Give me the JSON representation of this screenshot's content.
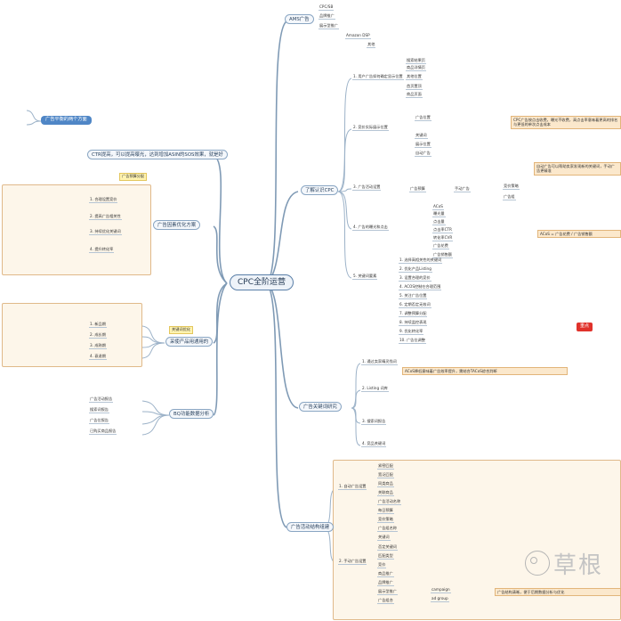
{
  "root": {
    "label": "CPC全阶运营"
  },
  "branches": {
    "ams": "AMS广告",
    "know": "了解认识CPC",
    "ctr": "CTR提高，可以提高曝光，达到增加ASIN的SOS效果，就是好",
    "ad_opt": "广告因素优化方案",
    "tip_main": "广告平衡的两个方面",
    "sell": "采使产品用通用的",
    "report": "BQ功能数据分析",
    "kw": "广告关键词研究",
    "struct": "广告活动结构组建"
  },
  "ams_items": [
    "CPC/SB",
    "品牌推广",
    "展示型推广",
    "Amazon DSP",
    "其他"
  ],
  "know_items": [
    "1. 用户广告如何确定显示位置",
    "2. 竞价实际展示位置",
    "3. 广告活动设置",
    "4. 广告的曝光和点击",
    "5. 关键词要素"
  ],
  "know_leaves": [
    "搜索结果页",
    "商品详情页",
    "其他位置",
    "首页置顶",
    "商品页面",
    "广告位置",
    "关键词",
    "展示位置",
    "自动广告",
    "广告预算",
    "手动广告",
    "竞价策略",
    "广告组",
    "ACoS",
    "曝光量",
    "点击量",
    "点击率CTR",
    "转化率CVR",
    "广告花费",
    "广告销售额"
  ],
  "five_steps": [
    "1. 选择高相关性的关键词",
    "2. 优化产品Listing",
    "3. 设置合理的竞价",
    "4. ACOS控制在合理范围",
    "5. 关注广告位置",
    "6. 定期否定无效词",
    "7. 调整预算分配",
    "8. 持续监控表现",
    "9. 优化转化率",
    "10. 广告位调整"
  ],
  "opt_items": [
    "1. 合理设置竞价",
    "2. 提高广告相关性",
    "3. 持续优化关键词",
    "4. 提升转化率"
  ],
  "sell_items": [
    "1. 新品期",
    "2. 成长期",
    "3. 成熟期",
    "4. 衰退期"
  ],
  "report_items": [
    "广告活动报告",
    "搜索词报告",
    "广告位报告",
    "已购买商品报告"
  ],
  "kw_items": [
    "1. 通过卖家精灵找词",
    "2. Listing 词库",
    "3. 搜索词报告",
    "4. 竞品关键词"
  ],
  "struct_items": [
    "1. 自动广告设置",
    "2. 手动广告设置"
  ],
  "struct_leaves": [
    "紧密匹配",
    "宽泛匹配",
    "同类商品",
    "关联商品",
    "广告活动名称",
    "每日预算",
    "竞价策略",
    "广告组名称",
    "关键词",
    "否定关键词",
    "匹配类型",
    "竞价",
    "商品推广",
    "品牌推广",
    "展示型推广",
    "广告组合",
    "campaign",
    "ad group"
  ],
  "callouts": {
    "c1": "CPC广告按点击收费，曝光不收费，高点击率意味着更高的排名与更低的单次点击成本",
    "c2": "自动广告可以帮助卖家发现新的关键词，手动广告更精准",
    "c3": "ACoS = 广告花费 / 广告销售额",
    "c4": "ACoS降低意味着广告效率提升，需结合TACoS综合判断",
    "c5": "广告结构清晰，便于后期数据分析与优化"
  },
  "tags": {
    "red": "重点",
    "yellow1": "广告预算分配",
    "yellow2": "关键词优化"
  },
  "watermark": "草根"
}
